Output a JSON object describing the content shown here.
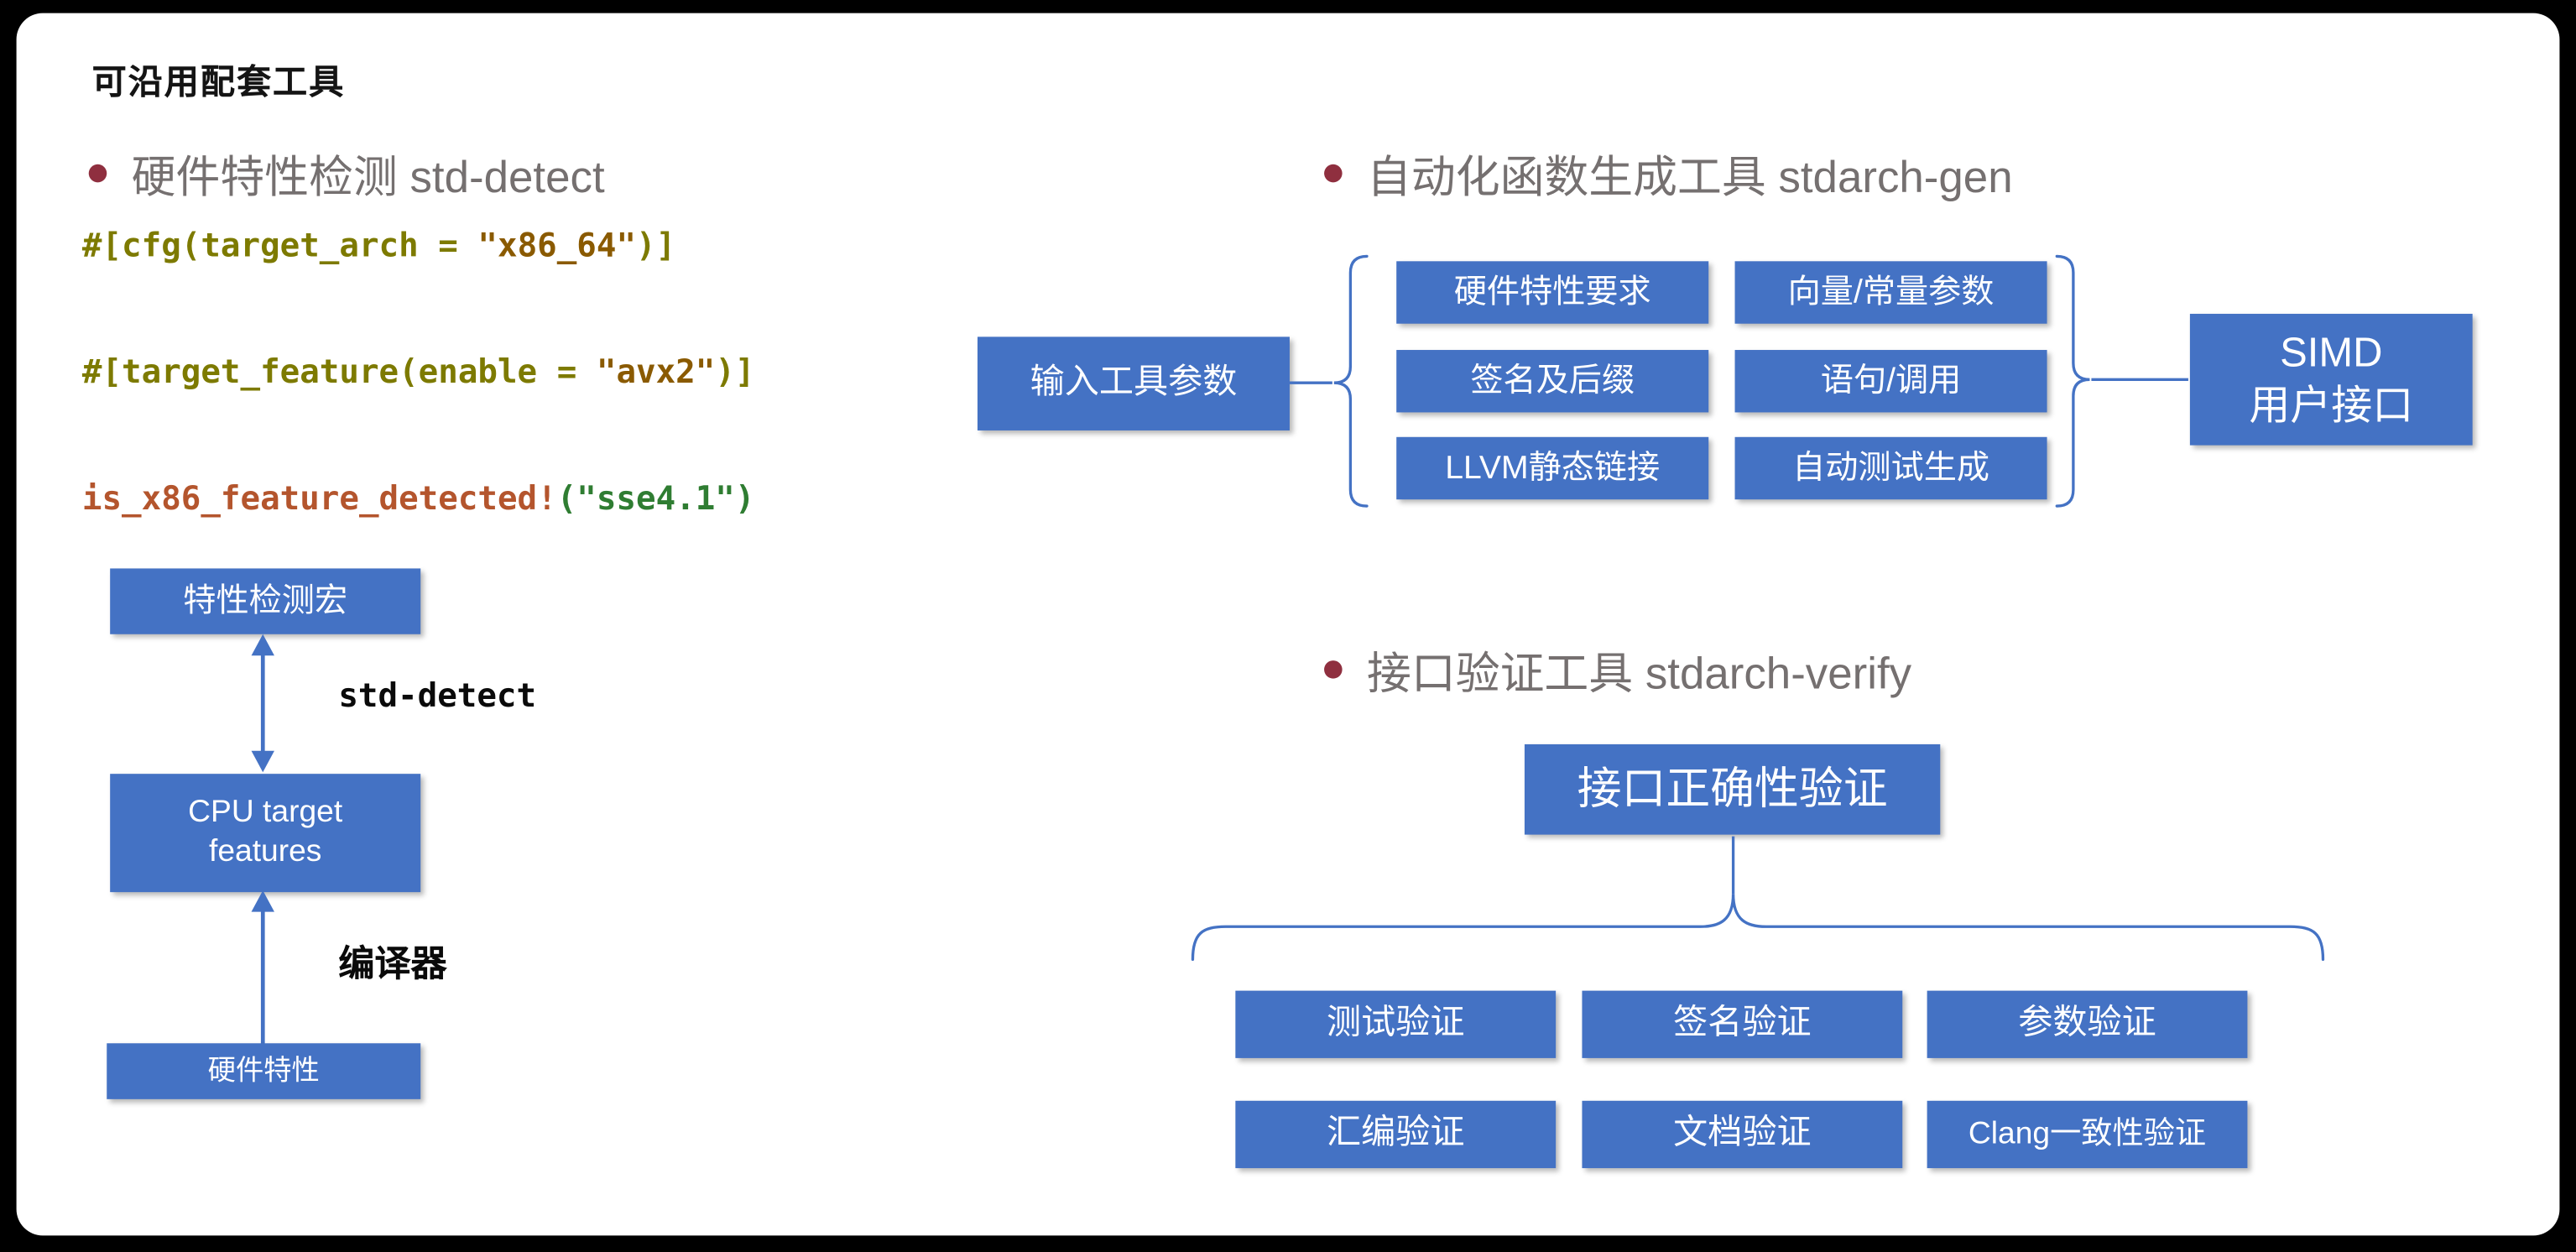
{
  "slide": {
    "title": "可沿用配套工具"
  },
  "left": {
    "heading": "硬件特性检测 std-detect",
    "code": {
      "line1_a": "#[cfg(target_arch = ",
      "line1_str": "\"x86_64\"",
      "line1_b": ")]",
      "line2_a": "#[target_feature(enable = ",
      "line2_str": "\"avx2\"",
      "line2_b": ")]",
      "line3_macro": "is_x86_feature_detected!",
      "line3_rest": "(\"sse4.1\")"
    },
    "flow": {
      "box1": "特性检测宏",
      "arrow1_label": "std-detect",
      "box2_line1": "CPU target",
      "box2_line2": "features",
      "arrow2_label": "编译器",
      "box3": "硬件特性"
    }
  },
  "gen": {
    "heading": "自动化函数生成工具 stdarch-gen",
    "input_box": "输入工具参数",
    "grid": [
      [
        "硬件特性要求",
        "向量/常量参数"
      ],
      [
        "签名及后缀",
        "语句/调用"
      ],
      [
        "LLVM静态链接",
        "自动测试生成"
      ]
    ],
    "output_line1": "SIMD",
    "output_line2": "用户接口"
  },
  "verify": {
    "heading": "接口验证工具 stdarch-verify",
    "main_box": "接口正确性验证",
    "grid": [
      [
        "测试验证",
        "签名验证",
        "参数验证"
      ],
      [
        "汇编验证",
        "文档验证",
        "Clang一致性验证"
      ]
    ]
  },
  "colors": {
    "accent_blue": "#4472C4",
    "bullet_red": "#8f2f3f",
    "heading_gray": "#757070",
    "code_olive": "#7d7a00",
    "code_string_brown": "#8a5a00",
    "code_macro_red": "#b4552d",
    "code_string_green": "#2f7d32"
  }
}
